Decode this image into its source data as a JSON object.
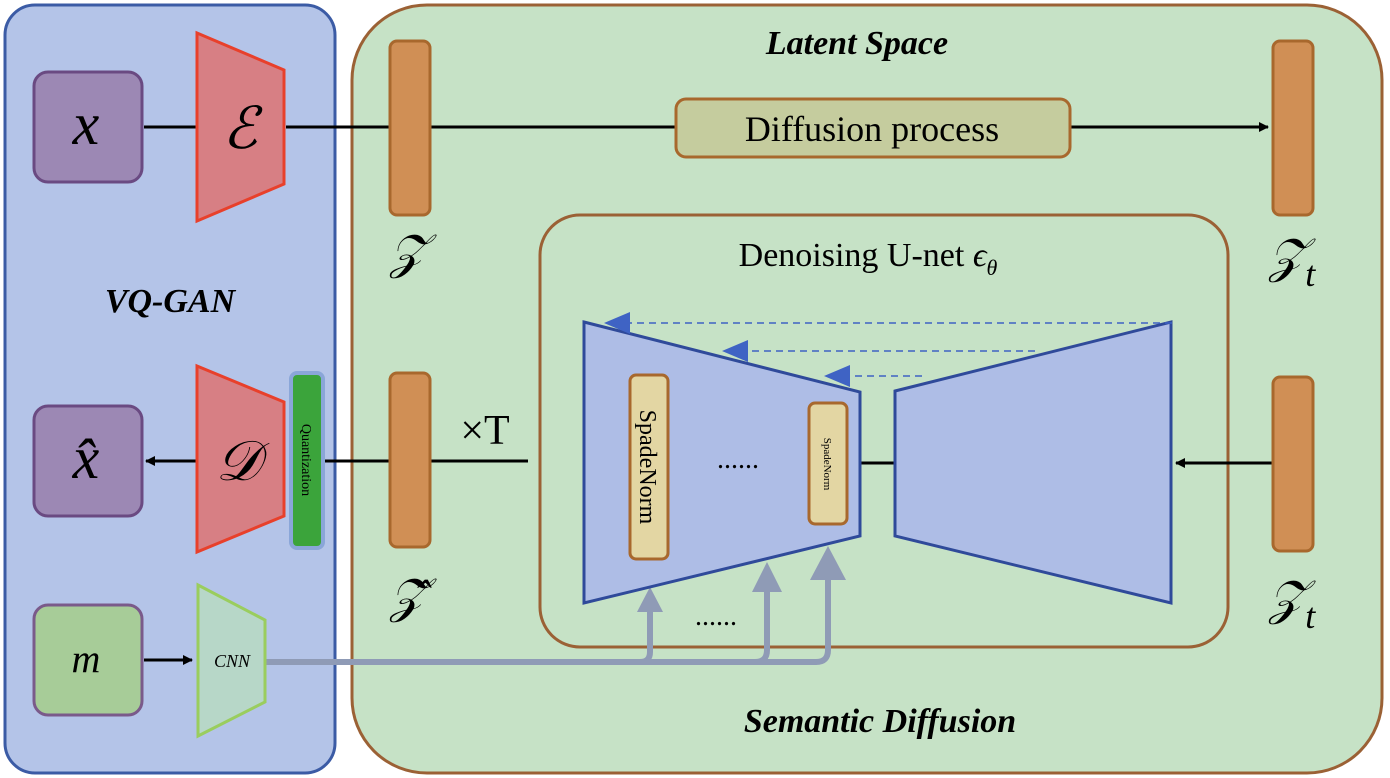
{
  "panels": {
    "vqgan": {
      "title": "VQ-GAN"
    },
    "latent": {
      "title": "Latent Space",
      "footer": "Semantic Diffusion"
    },
    "unet": {
      "title_prefix": "Denoising U-net ",
      "title_symbol": "ϵ",
      "title_subscript": "θ"
    }
  },
  "nodes": {
    "x_input": "x",
    "x_hat": "x̂",
    "mask": "m",
    "encoder": "ℰ",
    "decoder": "𝒟",
    "cnn": "CNN",
    "quantization": "Quantization",
    "diffusion_process": "Diffusion process",
    "spadenorm_large": "SpadeNorm",
    "spadenorm_small": "SpadeNorm",
    "ellipsis_inner": "......",
    "ellipsis_bottom": "......",
    "times_t": "×T"
  },
  "latents": {
    "z": "𝒵",
    "z_hat": "𝒵̂",
    "z_t_top": "𝒵",
    "z_t_top_sub": "t",
    "z_t_bottom": "𝒵",
    "z_t_bottom_sub": "t"
  },
  "colors": {
    "vqgan_bg": "#b4c4e8",
    "vqgan_border": "#3b5ba5",
    "latent_bg": "#c6e2c6",
    "latent_border": "#9b6135",
    "orange_bar": "#d08f55",
    "orange_border": "#a8682d",
    "trapezoid_red": "#d77f84",
    "trapezoid_red_border": "#e8402b",
    "unet_blue": "#aebde6",
    "unet_border": "#2f4a9a",
    "purple_box": "#9c88b4",
    "purple_border": "#6a4a82",
    "mask_green": "#a7cc98",
    "mask_border": "#7a5a8a",
    "quant_green": "#3ba43b",
    "quant_border": "#8aa6d8",
    "cnn_fill": "#b7d7c8",
    "cnn_border": "#9acd5e",
    "diffusion_fill": "#c5cc9e",
    "spade_fill": "#e3d6a3",
    "gray_arrow": "#8f9bb6",
    "dashed_arrow": "#3f63c4"
  }
}
